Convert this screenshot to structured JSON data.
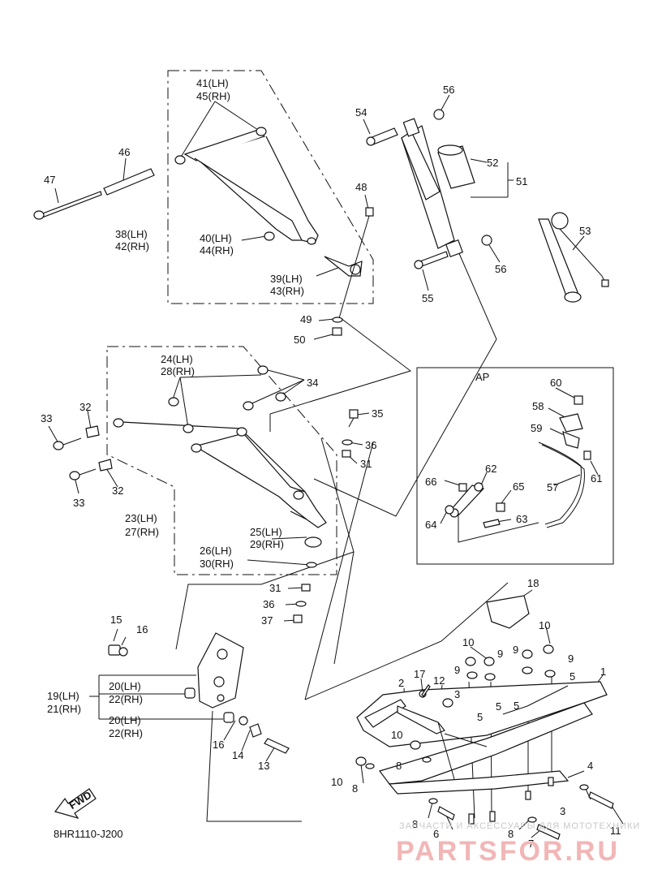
{
  "diagram_code": "8HR1110-J200",
  "fwd_label": "FWD",
  "ap_label": "AP",
  "watermark": {
    "line1": "ЗАПЧАСТИ И АКСЕССУАРЫ ДЛЯ МОТОТЕХНИКИ",
    "line2": "PARTSFOR.RU"
  },
  "callouts": [
    {
      "text": "1"
    },
    {
      "text": "2"
    },
    {
      "text": "3"
    },
    {
      "text": "3"
    },
    {
      "text": "4"
    },
    {
      "text": "5"
    },
    {
      "text": "5"
    },
    {
      "text": "5"
    },
    {
      "text": "5"
    },
    {
      "text": "6"
    },
    {
      "text": "7"
    },
    {
      "text": "8"
    },
    {
      "text": "8"
    },
    {
      "text": "8"
    },
    {
      "text": "8"
    },
    {
      "text": "9"
    },
    {
      "text": "9"
    },
    {
      "text": "9"
    },
    {
      "text": "9"
    },
    {
      "text": "10"
    },
    {
      "text": "10"
    },
    {
      "text": "10"
    },
    {
      "text": "10"
    },
    {
      "text": "11"
    },
    {
      "text": "12"
    },
    {
      "text": "13"
    },
    {
      "text": "14"
    },
    {
      "text": "15"
    },
    {
      "text": "16"
    },
    {
      "text": "16"
    },
    {
      "text": "17"
    },
    {
      "text": "18"
    },
    {
      "text": "19(LH)"
    },
    {
      "text": "21(RH)"
    },
    {
      "text": "20(LH)"
    },
    {
      "text": "22(RH)"
    },
    {
      "text": "20(LH)"
    },
    {
      "text": "22(RH)"
    },
    {
      "text": "23(LH)"
    },
    {
      "text": "27(RH)"
    },
    {
      "text": "24(LH)"
    },
    {
      "text": "28(RH)"
    },
    {
      "text": "25(LH)"
    },
    {
      "text": "29(RH)"
    },
    {
      "text": "26(LH)"
    },
    {
      "text": "30(RH)"
    },
    {
      "text": "31"
    },
    {
      "text": "31"
    },
    {
      "text": "32"
    },
    {
      "text": "32"
    },
    {
      "text": "33"
    },
    {
      "text": "33"
    },
    {
      "text": "34"
    },
    {
      "text": "35"
    },
    {
      "text": "36"
    },
    {
      "text": "36"
    },
    {
      "text": "37"
    },
    {
      "text": "38(LH)"
    },
    {
      "text": "42(RH)"
    },
    {
      "text": "39(LH)"
    },
    {
      "text": "43(RH)"
    },
    {
      "text": "40(LH)"
    },
    {
      "text": "44(RH)"
    },
    {
      "text": "41(LH)"
    },
    {
      "text": "45(RH)"
    },
    {
      "text": "46"
    },
    {
      "text": "47"
    },
    {
      "text": "48"
    },
    {
      "text": "49"
    },
    {
      "text": "50"
    },
    {
      "text": "51"
    },
    {
      "text": "52"
    },
    {
      "text": "53"
    },
    {
      "text": "54"
    },
    {
      "text": "55"
    },
    {
      "text": "56"
    },
    {
      "text": "56"
    },
    {
      "text": "57"
    },
    {
      "text": "58"
    },
    {
      "text": "59"
    },
    {
      "text": "60"
    },
    {
      "text": "61"
    },
    {
      "text": "62"
    },
    {
      "text": "63"
    },
    {
      "text": "64"
    },
    {
      "text": "65"
    },
    {
      "text": "66"
    }
  ]
}
